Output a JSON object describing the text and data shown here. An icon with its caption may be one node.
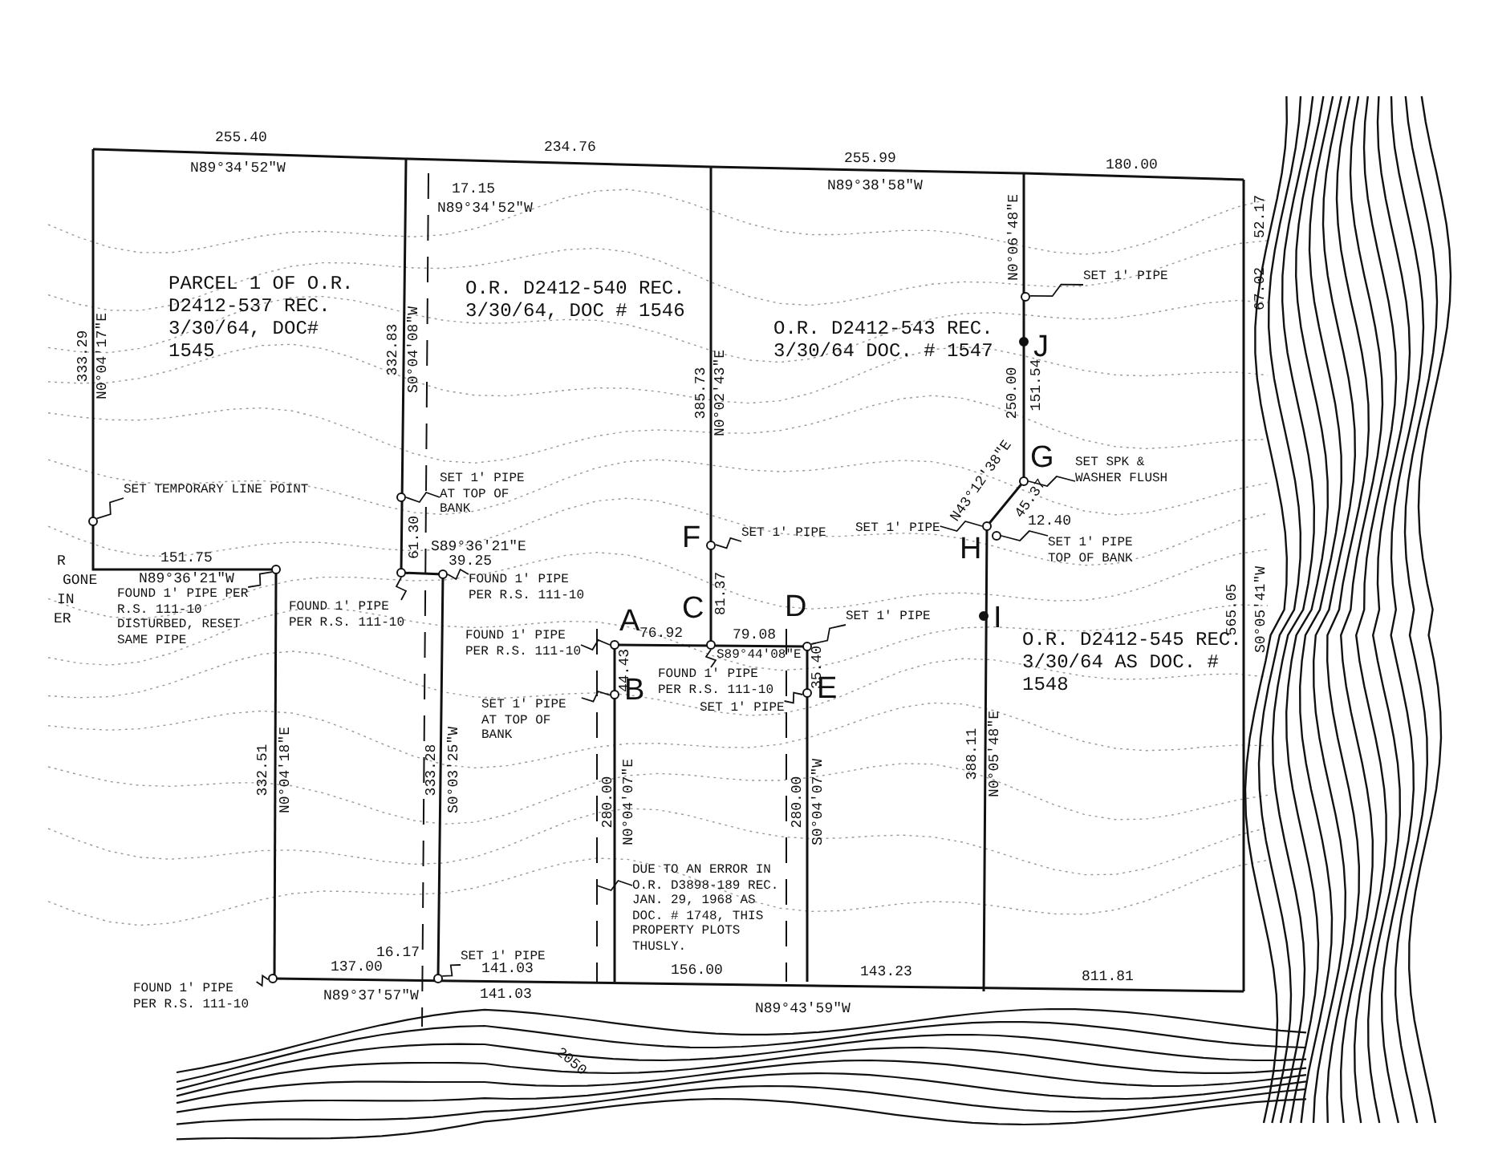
{
  "diagram": {
    "nodes": [
      {
        "text": [
          "PARCEL 1 OF O.R. D2412-537 REC. 3/30/64, DOC# 1545"
        ]
      },
      {
        "text": [
          "O.R. D2412-540 REC. 3/30/64, DOC # 1546"
        ]
      },
      {
        "text": [
          "O.R. D2412-543 REC. 3/30/64 DOC. # 1547"
        ]
      },
      {
        "text": [
          "O.R. D2412-545 REC. 3/30/64 AS DOC. # 1548"
        ]
      },
      {
        "text": [
          "DUE TO AN ERROR IN O.R. D3898-189 REC. JAN. 29, 1968 AS DOC. # 1748, THIS PROPERTY PLOTS THUSLY."
        ]
      },
      {
        "text": [],
        "shape": "circle",
        "beside": [
          "A"
        ]
      },
      {
        "text": [],
        "shape": "circle",
        "beside": [
          "B"
        ]
      },
      {
        "text": [],
        "shape": "circle",
        "beside": [
          "C"
        ]
      },
      {
        "text": [],
        "shape": "circle",
        "beside": [
          "D"
        ]
      },
      {
        "text": [],
        "shape": "circle",
        "beside": [
          "E"
        ]
      },
      {
        "text": [],
        "shape": "circle",
        "beside": [
          "F"
        ]
      },
      {
        "text": [],
        "shape": "circle",
        "beside": [
          "G"
        ]
      },
      {
        "text": [],
        "shape": "circle",
        "beside": [
          "H"
        ]
      },
      {
        "text": [],
        "shape": "circle",
        "beside": [
          "I"
        ]
      },
      {
        "text": [],
        "shape": "circle",
        "beside": [
          "J"
        ]
      },
      {
        "text": [],
        "shape": "circle"
      },
      {
        "text": [],
        "shape": "circle"
      },
      {
        "text": [],
        "shape": "circle"
      },
      {
        "text": [],
        "shape": "circle"
      },
      {
        "text": [],
        "shape": "circle"
      },
      {
        "text": [],
        "shape": "circle"
      },
      {
        "text": [],
        "shape": "circle"
      },
      {
        "text": [],
        "shape": "circle"
      },
      {
        "text": [],
        "shape": "circle"
      },
      {
        "text": [
          "SET TEMPORARY LINE POINT"
        ]
      },
      {
        "text": [
          "FOUND 1' PIPE PER R.S. 111-10 DISTURBED, RESET SAME PIPE"
        ]
      },
      {
        "text": [
          "FOUND 1' PIPE PER R.S. 111-10"
        ]
      },
      {
        "text": [
          "SET 1' PIPE AT TOP OF BANK"
        ]
      },
      {
        "text": [
          "FOUND 1' PIPE PER R.S. 111-10"
        ]
      },
      {
        "text": [
          "FOUND 1' PIPE PER R.S. 111-10"
        ]
      },
      {
        "text": [
          "SET 1' PIPE AT TOP OF BANK"
        ]
      },
      {
        "text": [
          "FOUND 1' PIPE PER R.S. 111-10"
        ]
      },
      {
        "text": [
          "SET 1' PIPE"
        ]
      },
      {
        "text": [
          "SET 1' PIPE"
        ]
      },
      {
        "text": [
          "SET 1' PIPE"
        ]
      },
      {
        "text": [
          "SET 1' PIPE"
        ]
      },
      {
        "text": [
          "SET 1' PIPE TOP OF BANK"
        ]
      },
      {
        "text": [
          "SET SPK & WASHER FLUSH"
        ]
      },
      {
        "text": [
          "SET 1' PIPE"
        ]
      },
      {
        "text": [
          "SET 1' PIPE"
        ]
      },
      {
        "text": [
          "FOUND 1' PIPE PER R.S. 111-10"
        ]
      }
    ],
    "edges": [
      {
        "from": 24,
        "to": 15,
        "arrow": "none"
      },
      {
        "from": 25,
        "to": 16,
        "arrow": "none"
      },
      {
        "from": 26,
        "to": 17,
        "arrow": "none"
      },
      {
        "from": 27,
        "to": 19,
        "arrow": "none"
      },
      {
        "from": 28,
        "to": 18,
        "arrow": "none"
      },
      {
        "from": 29,
        "to": 5,
        "arrow": "none"
      },
      {
        "from": 30,
        "to": 6,
        "arrow": "none"
      },
      {
        "from": 31,
        "to": 7,
        "arrow": "none"
      },
      {
        "from": 32,
        "to": 8,
        "arrow": "none"
      },
      {
        "from": 33,
        "to": 9,
        "arrow": "none"
      },
      {
        "from": 34,
        "to": 10,
        "arrow": "none"
      },
      {
        "from": 35,
        "to": 12,
        "arrow": "none"
      },
      {
        "from": 36,
        "to": 23,
        "arrow": "none"
      },
      {
        "from": 37,
        "to": 11,
        "arrow": "none"
      },
      {
        "from": 38,
        "to": 20,
        "arrow": "none"
      },
      {
        "from": 39,
        "to": 21,
        "arrow": "none"
      },
      {
        "from": 40,
        "to": 22,
        "arrow": "none"
      },
      {
        "from": 4,
        "to": null,
        "arrow": "none"
      }
    ],
    "labels": [
      "255.40",
      "N89°34'52\"W",
      "234.76",
      "255.99",
      "N89°38'58\"W",
      "180.00",
      "17.15",
      "N89°34'52\"W",
      "333.29",
      "N0°04'17\"E",
      "332.83",
      "S0°04'08\"W",
      "385.73",
      "N0°02'43\"E",
      "N0°06'48\"E",
      "52.17",
      "67.02",
      "250.00",
      "151.54",
      "N43°12'38\"E",
      "45.37",
      "12.40",
      "151.75",
      "61.30",
      "S89°36'21\"E",
      "39.25",
      "N89°36'21\"W",
      "R",
      "GONE",
      "IN",
      "ER",
      "81.37",
      "76.92",
      "79.08",
      "S89°44'08\"E",
      "44.43",
      "35.40",
      "388.11",
      "N0°05'48\"E",
      "565.05",
      "S0°05'41\"W",
      "332.51",
      "N0°04'18\"E",
      "333.28",
      "S0°03'25\"W",
      "280.00",
      "N0°04'07\"E",
      "280.00",
      "S0°04'07\"W",
      "16.17",
      "137.00",
      "N89°37'57\"W",
      "141.03",
      "141.03",
      "156.00",
      "143.23",
      "811.81",
      "N89°43'59\"W",
      "2050"
    ]
  }
}
